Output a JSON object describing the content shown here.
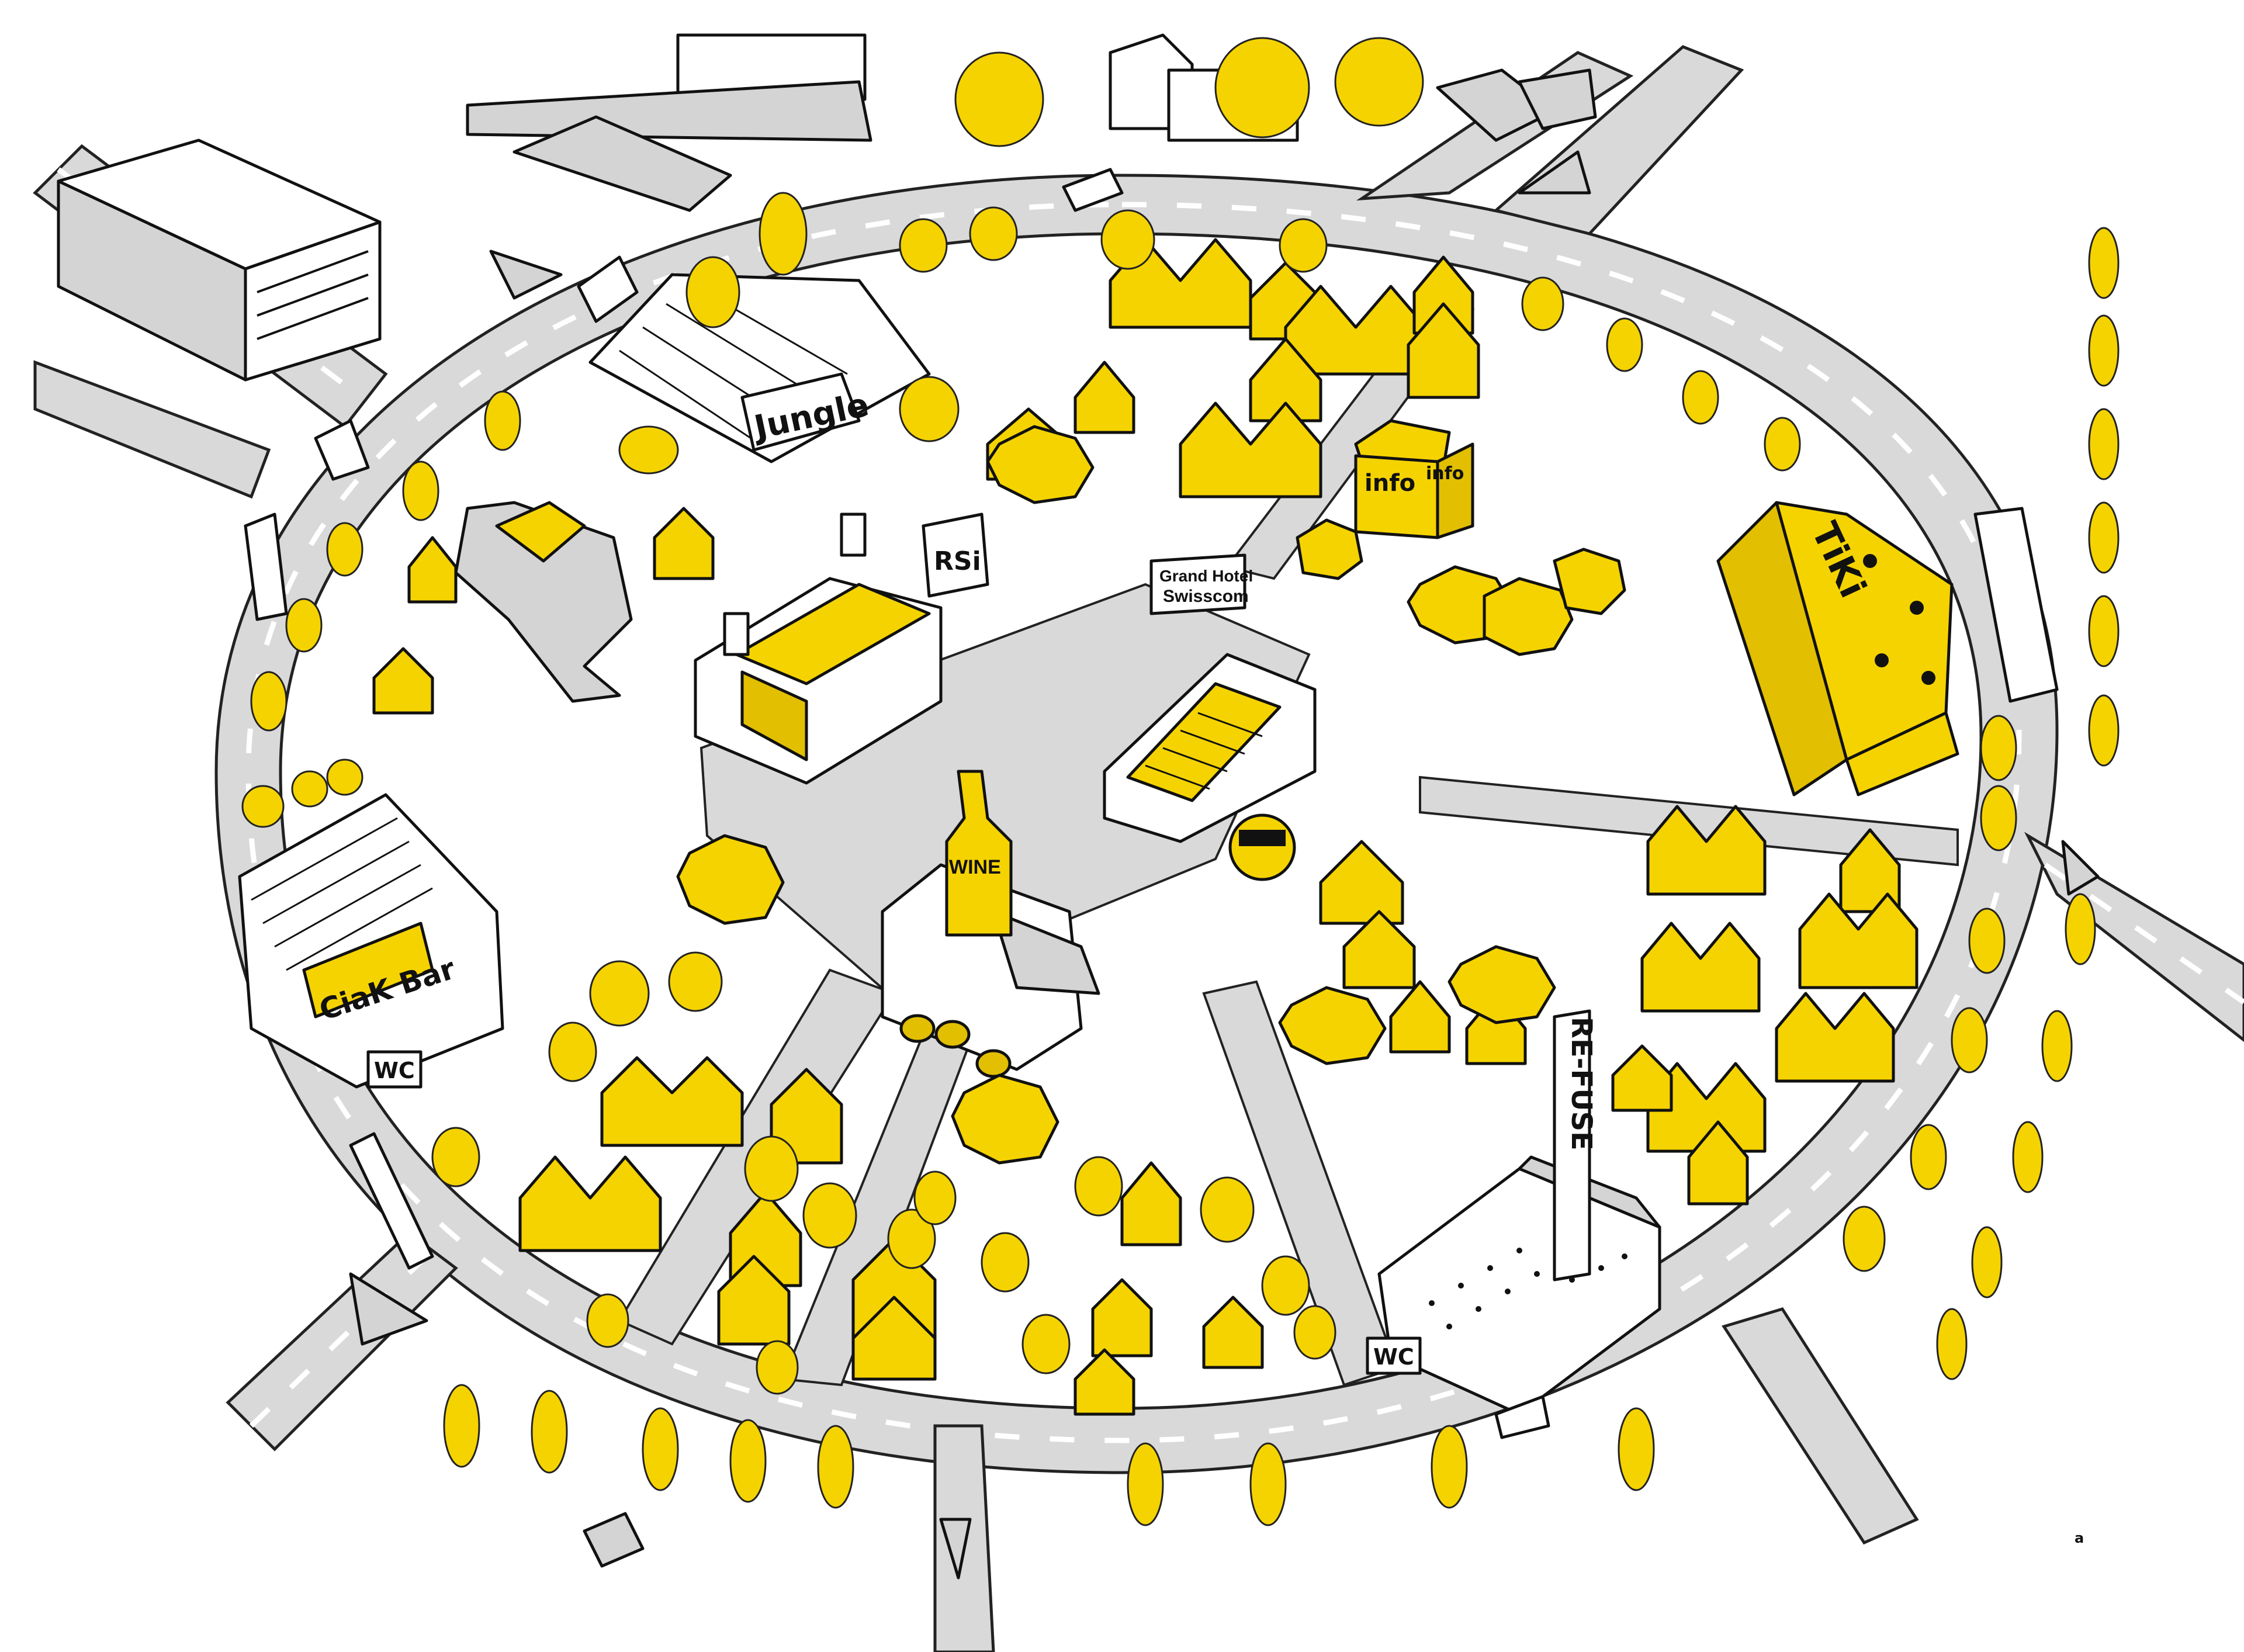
{
  "map": {
    "signs": {
      "jungle": "Jungle",
      "grand_hotel_line1": "Grand Hotel",
      "grand_hotel_line2": "Swisscom",
      "info_front": "info",
      "info_side": "info",
      "tiki": "TiKi",
      "rsi": "RSi",
      "wine": "WINE",
      "ciak_bar": "CiaK Bar",
      "wc_left": "WC",
      "wc_bottom": "WC",
      "vertical_sign": "RE-FUSE",
      "signature": "a"
    },
    "colors": {
      "accent": "#f5d300",
      "road": "#d9d9d9",
      "ink": "#111111",
      "background": "#ffffff"
    }
  }
}
